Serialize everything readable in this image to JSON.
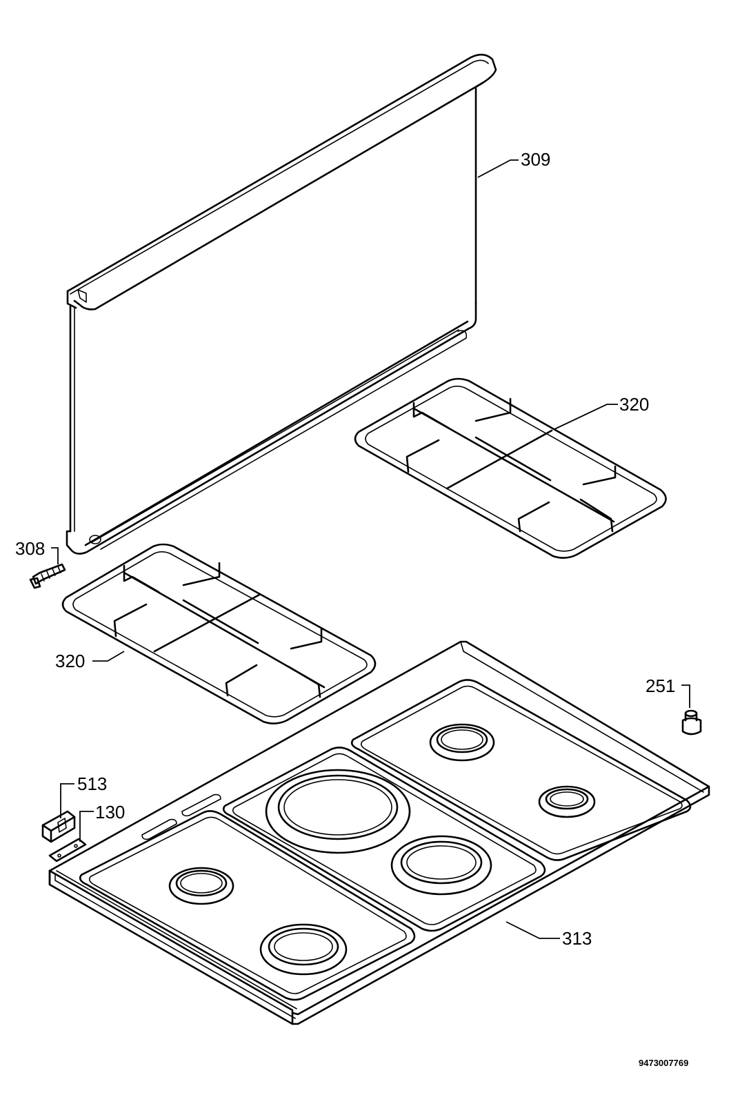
{
  "labels": {
    "glass_lid": "309",
    "hinge": "308",
    "pan_support_right": "320",
    "pan_support_left": "320",
    "knob": "251",
    "bracket": "513",
    "plate": "130",
    "hob_top": "313"
  },
  "drawing_code": "9473007769"
}
